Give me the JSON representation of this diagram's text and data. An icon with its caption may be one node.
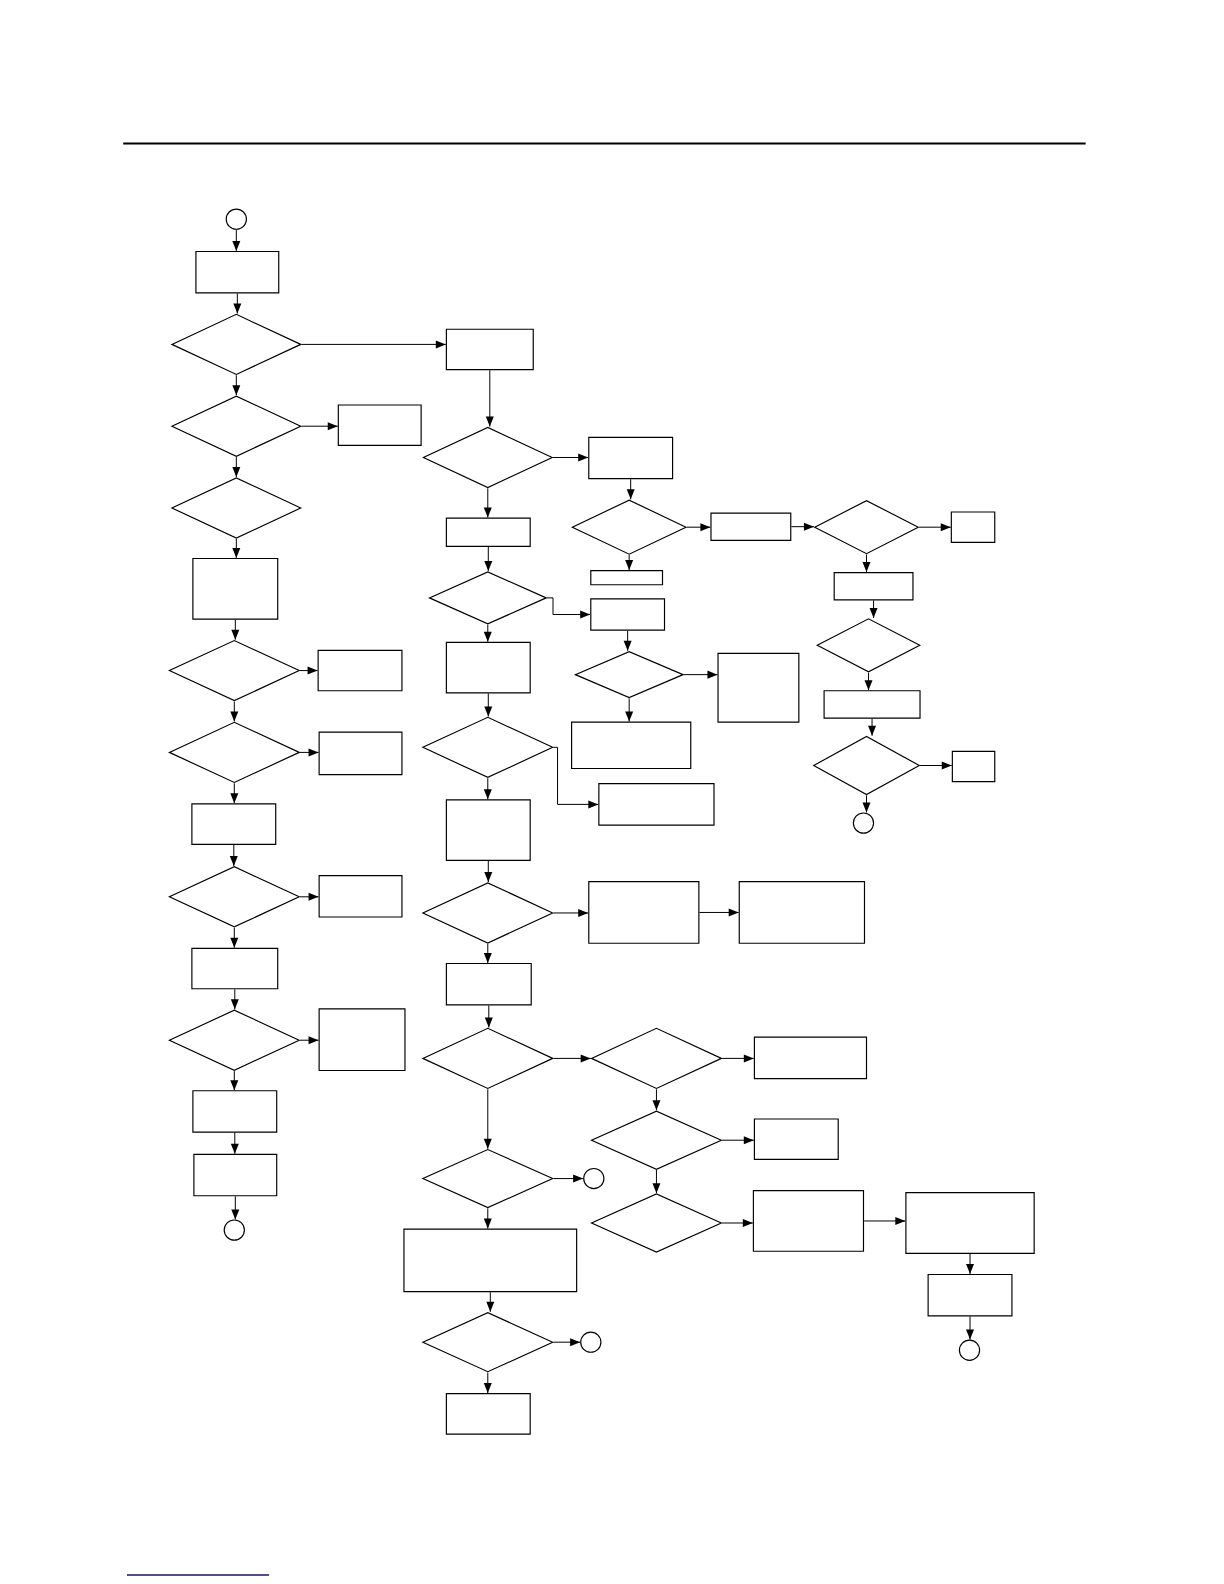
{
  "diagram": {
    "nodes": [
      {
        "text": [],
        "shape": "circle"
      },
      {
        "text": [],
        "shape": "box"
      },
      {
        "text": [],
        "shape": "diamond"
      },
      {
        "text": [],
        "shape": "diamond"
      },
      {
        "text": [],
        "shape": "box"
      },
      {
        "text": [],
        "shape": "diamond"
      },
      {
        "text": [],
        "shape": "box"
      },
      {
        "text": [],
        "shape": "diamond"
      },
      {
        "text": [],
        "shape": "box"
      },
      {
        "text": [],
        "shape": "diamond"
      },
      {
        "text": [],
        "shape": "box"
      },
      {
        "text": [],
        "shape": "box"
      },
      {
        "text": [],
        "shape": "diamond"
      },
      {
        "text": [],
        "shape": "box"
      },
      {
        "text": [],
        "shape": "box"
      },
      {
        "text": [],
        "shape": "diamond"
      },
      {
        "text": [],
        "shape": "box"
      },
      {
        "text": [],
        "shape": "box"
      },
      {
        "text": [],
        "shape": "box"
      },
      {
        "text": [],
        "shape": "circle"
      },
      {
        "text": [],
        "shape": "box"
      },
      {
        "text": [],
        "shape": "diamond"
      },
      {
        "text": [],
        "shape": "box"
      },
      {
        "text": [],
        "shape": "diamond"
      },
      {
        "text": [],
        "shape": "box"
      },
      {
        "text": [],
        "shape": "diamond"
      },
      {
        "text": [],
        "shape": "box"
      },
      {
        "text": [],
        "shape": "box"
      },
      {
        "text": [],
        "shape": "box"
      },
      {
        "text": [],
        "shape": "diamond"
      },
      {
        "text": [],
        "shape": "box"
      },
      {
        "text": [],
        "shape": "diamond"
      },
      {
        "text": [],
        "shape": "box"
      },
      {
        "text": [],
        "shape": "circle"
      },
      {
        "text": [],
        "shape": "box"
      },
      {
        "text": [],
        "shape": "diamond"
      },
      {
        "text": [],
        "shape": "box"
      },
      {
        "text": [],
        "shape": "diamond"
      },
      {
        "text": [],
        "shape": "box"
      },
      {
        "text": [],
        "shape": "box"
      },
      {
        "text": [],
        "shape": "box"
      },
      {
        "text": [],
        "shape": "diamond"
      },
      {
        "text": [],
        "shape": "box"
      },
      {
        "text": [],
        "shape": "box"
      },
      {
        "text": [],
        "shape": "diamond"
      },
      {
        "text": [],
        "shape": "box"
      },
      {
        "text": [],
        "shape": "box"
      },
      {
        "text": [],
        "shape": "box"
      },
      {
        "text": [],
        "shape": "diamond"
      },
      {
        "text": [],
        "shape": "diamond"
      },
      {
        "text": [],
        "shape": "box"
      },
      {
        "text": [],
        "shape": "diamond"
      },
      {
        "text": [],
        "shape": "box"
      },
      {
        "text": [],
        "shape": "diamond"
      },
      {
        "text": [],
        "shape": "box"
      },
      {
        "text": [],
        "shape": "box"
      },
      {
        "text": [],
        "shape": "box"
      },
      {
        "text": [],
        "shape": "circle"
      },
      {
        "text": [],
        "shape": "diamond"
      },
      {
        "text": [],
        "shape": "circle"
      },
      {
        "text": [],
        "shape": "box"
      },
      {
        "text": [],
        "shape": "diamond"
      },
      {
        "text": [],
        "shape": "circle"
      },
      {
        "text": [],
        "shape": "box"
      }
    ],
    "edges": [
      {
        "from": 0,
        "to": 1,
        "arrow": "to"
      },
      {
        "from": 1,
        "to": 2,
        "arrow": "to"
      },
      {
        "from": 2,
        "to": 3,
        "arrow": "to"
      },
      {
        "from": 2,
        "to": 20,
        "arrow": "to"
      },
      {
        "from": 3,
        "to": 4,
        "arrow": "to"
      },
      {
        "from": 3,
        "to": 5,
        "arrow": "to"
      },
      {
        "from": 5,
        "to": 6,
        "arrow": "to"
      },
      {
        "from": 6,
        "to": 7,
        "arrow": "to"
      },
      {
        "from": 7,
        "to": 8,
        "arrow": "to"
      },
      {
        "from": 7,
        "to": 9,
        "arrow": "to"
      },
      {
        "from": 9,
        "to": 10,
        "arrow": "to"
      },
      {
        "from": 9,
        "to": 11,
        "arrow": "to"
      },
      {
        "from": 11,
        "to": 12,
        "arrow": "to"
      },
      {
        "from": 12,
        "to": 13,
        "arrow": "to"
      },
      {
        "from": 12,
        "to": 14,
        "arrow": "to"
      },
      {
        "from": 14,
        "to": 15,
        "arrow": "to"
      },
      {
        "from": 15,
        "to": 16,
        "arrow": "to"
      },
      {
        "from": 15,
        "to": 17,
        "arrow": "to"
      },
      {
        "from": 17,
        "to": 18,
        "arrow": "to"
      },
      {
        "from": 18,
        "to": 19,
        "arrow": "to"
      },
      {
        "from": 20,
        "to": 21,
        "arrow": "to"
      },
      {
        "from": 21,
        "to": 22,
        "arrow": "to"
      },
      {
        "from": 21,
        "to": 34,
        "arrow": "to"
      },
      {
        "from": 22,
        "to": 23,
        "arrow": "to"
      },
      {
        "from": 23,
        "to": 24,
        "arrow": "to"
      },
      {
        "from": 23,
        "to": 27,
        "arrow": "to"
      },
      {
        "from": 24,
        "to": 25,
        "arrow": "to"
      },
      {
        "from": 25,
        "to": 26,
        "arrow": "to"
      },
      {
        "from": 25,
        "to": 28,
        "arrow": "to"
      },
      {
        "from": 28,
        "to": 29,
        "arrow": "to"
      },
      {
        "from": 29,
        "to": 30,
        "arrow": "to"
      },
      {
        "from": 30,
        "to": 31,
        "arrow": "to"
      },
      {
        "from": 31,
        "to": 32,
        "arrow": "to"
      },
      {
        "from": 31,
        "to": 33,
        "arrow": "to"
      },
      {
        "from": 34,
        "to": 35,
        "arrow": "to"
      },
      {
        "from": 35,
        "to": 36,
        "arrow": "to"
      },
      {
        "from": 36,
        "to": 37,
        "arrow": "to"
      },
      {
        "from": 37,
        "to": 38,
        "arrow": "to"
      },
      {
        "from": 37,
        "to": 39,
        "arrow": "to"
      },
      {
        "from": 35,
        "to": 40,
        "arrow": "to"
      },
      {
        "from": 40,
        "to": 41,
        "arrow": "to"
      },
      {
        "from": 41,
        "to": 42,
        "arrow": "to"
      },
      {
        "from": 41,
        "to": 43,
        "arrow": "to"
      },
      {
        "from": 43,
        "to": 44,
        "arrow": "to"
      },
      {
        "from": 44,
        "to": 45,
        "arrow": "to"
      },
      {
        "from": 45,
        "to": 46,
        "arrow": "to"
      },
      {
        "from": 44,
        "to": 47,
        "arrow": "to"
      },
      {
        "from": 47,
        "to": 48,
        "arrow": "to"
      },
      {
        "from": 48,
        "to": 49,
        "arrow": "to"
      },
      {
        "from": 49,
        "to": 50,
        "arrow": "to"
      },
      {
        "from": 49,
        "to": 51,
        "arrow": "to"
      },
      {
        "from": 51,
        "to": 52,
        "arrow": "to"
      },
      {
        "from": 51,
        "to": 53,
        "arrow": "to"
      },
      {
        "from": 53,
        "to": 54,
        "arrow": "to"
      },
      {
        "from": 54,
        "to": 55,
        "arrow": "to"
      },
      {
        "from": 55,
        "to": 56,
        "arrow": "to"
      },
      {
        "from": 56,
        "to": 57,
        "arrow": "to"
      },
      {
        "from": 48,
        "to": 58,
        "arrow": "to"
      },
      {
        "from": 58,
        "to": 59,
        "arrow": "to"
      },
      {
        "from": 58,
        "to": 60,
        "arrow": "to"
      },
      {
        "from": 60,
        "to": 61,
        "arrow": "to"
      },
      {
        "from": 61,
        "to": 62,
        "arrow": "to"
      },
      {
        "from": 61,
        "to": 63,
        "arrow": "to"
      }
    ]
  }
}
